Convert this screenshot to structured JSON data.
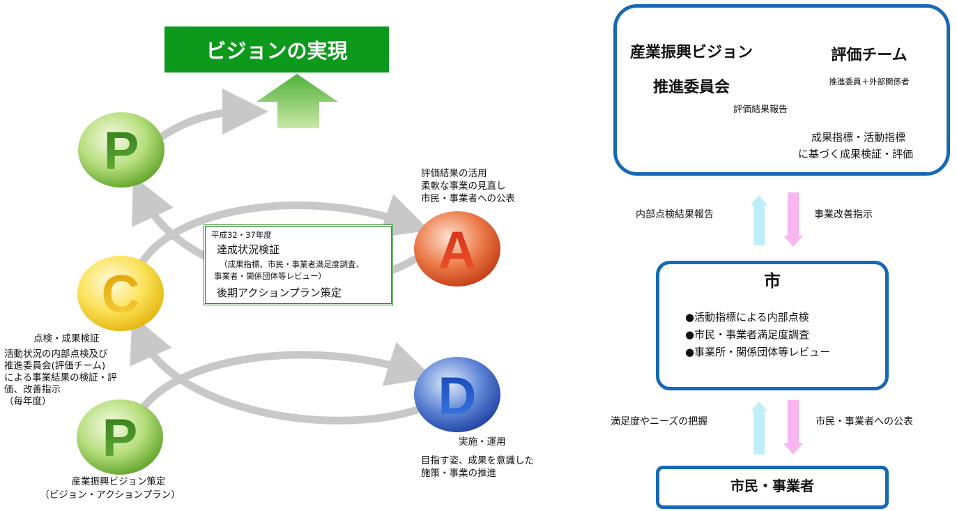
{
  "vision": "ビジョンの実現",
  "cycle": {
    "p_top_letter": "P",
    "a_letter": "A",
    "c_letter": "C",
    "d_letter": "D",
    "p_bottom_letter": "P"
  },
  "labels": {
    "act": [
      "評価結果の活用",
      "柔軟な事業の見直し",
      "市民・事業者への公表"
    ],
    "check_title": "点検・成果検証",
    "check_desc": [
      "活動状況の内部点検及び",
      "推進委員会(評価チーム)",
      "による事業結果の検証・評",
      "価、改善指示",
      "（毎年度）"
    ],
    "do_title": "実施・運用",
    "do_desc": [
      "目指す姿、成果を意識した",
      "施策・事業の推進"
    ],
    "plan_title": "産業振興ビジョン策定",
    "plan_sub": "（ビジョン・アクションプラン）"
  },
  "inner_box": {
    "year": "平成32・37年度",
    "title": "達成状況検証",
    "detail1": "（成果指標、市民・事業者満足度調査、",
    "detail2": "事業者・関係団体等レビュー）",
    "plan": "後期アクションプラン策定"
  },
  "committee": {
    "name1": "産業振興ビジョン",
    "name2": "推進委員会",
    "team": "評価チーム",
    "team_sub": "推進委員＋外部関係者",
    "report": "評価結果報告",
    "basis1": "成果指標・活動指標",
    "basis2": "に基づく成果検証・評価"
  },
  "flow": {
    "up1": "内部点検結果報告",
    "down1": "事業改善指示",
    "city_title": "市",
    "city_items": [
      "●活動指標による内部点検",
      "●市民・事業者満足度調査",
      "●事業所・関係団体等レビュー"
    ],
    "up2": "満足度やニーズの把握",
    "down2": "市民・事業者への公表",
    "citizens": "市民・事業者"
  },
  "colors": {
    "vision_green": "#0d9a1c",
    "box_blue": "#1669b4",
    "team_green": "#1a9a2a",
    "arrow_gray": "#c8c8c8",
    "arrow_cyan": "#bfeefb",
    "arrow_pink": "#f7b6f0"
  }
}
